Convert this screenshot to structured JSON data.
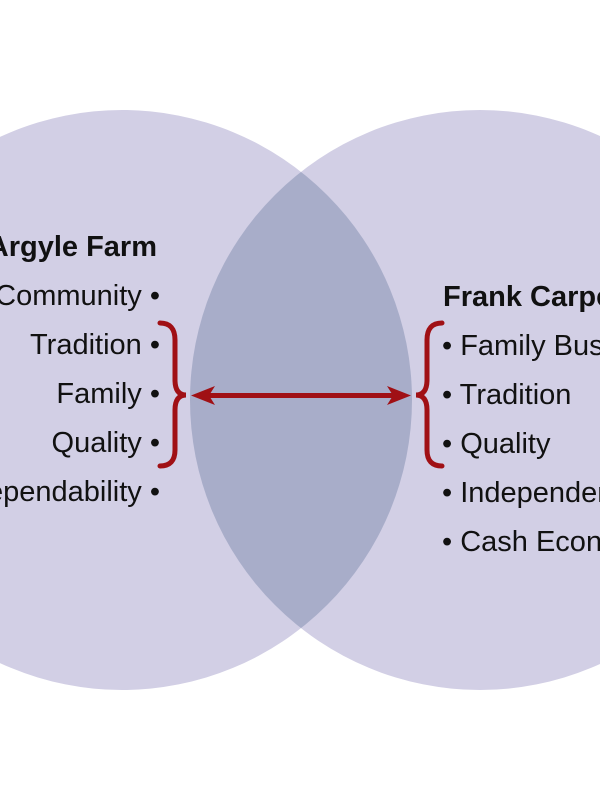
{
  "colors": {
    "circle": "#d2cfe5",
    "overlap": "#a8adc9",
    "accent": "#a01015",
    "text": "#111111"
  },
  "left": {
    "title": "Argyle Farm",
    "items": [
      "Community •",
      "Tradition •",
      "Family •",
      "Quality •",
      "Dependability •"
    ]
  },
  "right": {
    "title": "Frank Carpenter",
    "items": [
      "• Family Business",
      "• Tradition",
      "• Quality",
      "• Independence",
      "• Cash Economy"
    ]
  }
}
